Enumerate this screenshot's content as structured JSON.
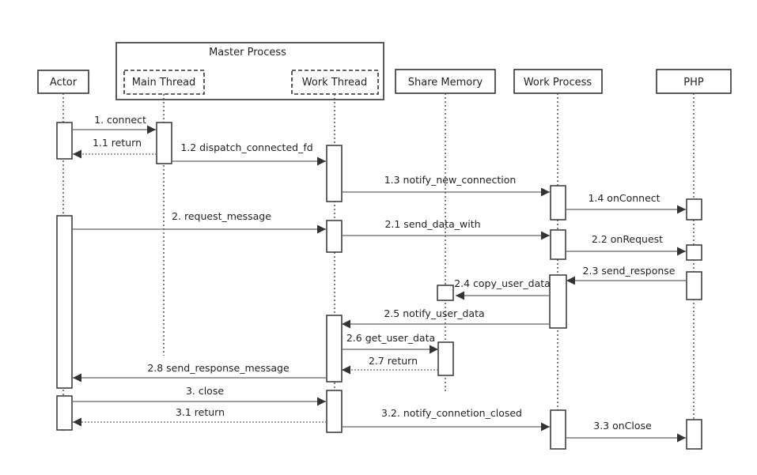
{
  "master_group": {
    "title": "Master Process"
  },
  "participants": {
    "actor": "Actor",
    "main_thread": "Main Thread",
    "work_thread": "Work Thread",
    "share_memory": "Share Memory",
    "work_process": "Work Process",
    "php": "PHP"
  },
  "messages": [
    {
      "id": "m1",
      "label": "1. connect",
      "from": "actor",
      "to": "main_thread",
      "type": "sync"
    },
    {
      "id": "m1_1",
      "label": "1.1 return",
      "from": "main_thread",
      "to": "actor",
      "type": "return"
    },
    {
      "id": "m1_2",
      "label": "1.2 dispatch_connected_fd",
      "from": "main_thread",
      "to": "work_thread",
      "type": "sync"
    },
    {
      "id": "m1_3",
      "label": "1.3 notify_new_connection",
      "from": "work_thread",
      "to": "work_process",
      "type": "sync"
    },
    {
      "id": "m1_4",
      "label": "1.4 onConnect",
      "from": "work_process",
      "to": "php",
      "type": "sync"
    },
    {
      "id": "m2",
      "label": "2. request_message",
      "from": "actor",
      "to": "work_thread",
      "type": "sync"
    },
    {
      "id": "m2_1",
      "label": "2.1 send_data_with",
      "from": "work_thread",
      "to": "work_process",
      "type": "sync"
    },
    {
      "id": "m2_2",
      "label": "2.2 onRequest",
      "from": "work_process",
      "to": "php",
      "type": "sync"
    },
    {
      "id": "m2_3",
      "label": "2.3 send_response",
      "from": "php",
      "to": "work_process",
      "type": "sync"
    },
    {
      "id": "m2_4",
      "label": "2.4 copy_user_data",
      "from": "work_process",
      "to": "share_memory",
      "type": "sync"
    },
    {
      "id": "m2_5",
      "label": "2.5 notify_user_data",
      "from": "work_process",
      "to": "work_thread",
      "type": "sync"
    },
    {
      "id": "m2_6",
      "label": "2.6 get_user_data",
      "from": "work_thread",
      "to": "share_memory",
      "type": "sync"
    },
    {
      "id": "m2_7",
      "label": "2.7 return",
      "from": "share_memory",
      "to": "work_thread",
      "type": "return"
    },
    {
      "id": "m2_8",
      "label": "2.8 send_response_message",
      "from": "work_thread",
      "to": "actor",
      "type": "sync"
    },
    {
      "id": "m3",
      "label": "3. close",
      "from": "actor",
      "to": "work_thread",
      "type": "sync"
    },
    {
      "id": "m3_1",
      "label": "3.1 return",
      "from": "work_thread",
      "to": "actor",
      "type": "return"
    },
    {
      "id": "m3_2",
      "label": "3.2. notify_connetion_closed",
      "from": "work_thread",
      "to": "work_process",
      "type": "sync"
    },
    {
      "id": "m3_3",
      "label": "3.3 onClose",
      "from": "work_process",
      "to": "php",
      "type": "sync"
    }
  ]
}
